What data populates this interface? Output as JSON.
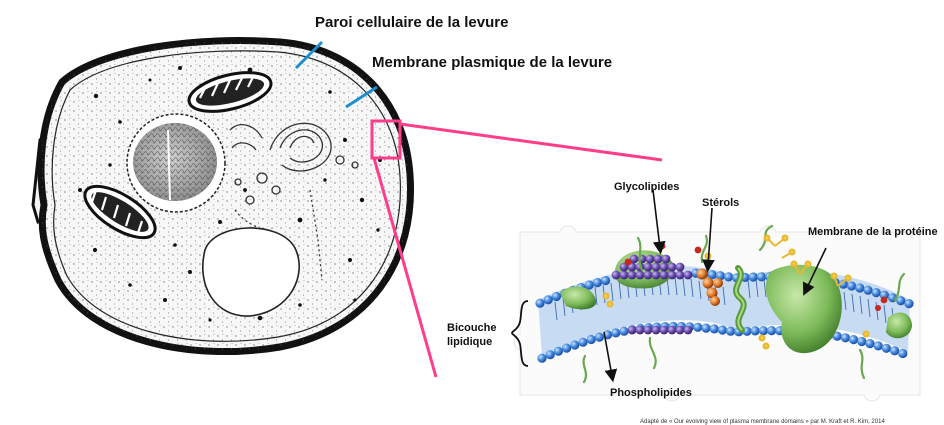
{
  "labels": {
    "cell_wall": "Paroi cellulaire de la levure",
    "plasma_membrane": "Membrane plasmique de la levure",
    "glycolipids": "Glycolipides",
    "sterols": "Stérols",
    "membrane_protein": "Membrane de la protéine",
    "bilayer_line1": "Bicouche",
    "bilayer_line2": "lipidique",
    "phospholipids": "Phospholipides"
  },
  "credit": "Adapté de « Our evolving view of plasma membrane domains » par M. Kraft et R. Kim, 2014",
  "colors": {
    "callout_arrow": "#1b8fd0",
    "zoom_box": "#ff3d8a",
    "head_blue": "#4a8fe0",
    "protein_green": "#7dbb5a",
    "glyco_purple": "#6b4fb0",
    "sterol_orange": "#e07a28"
  }
}
